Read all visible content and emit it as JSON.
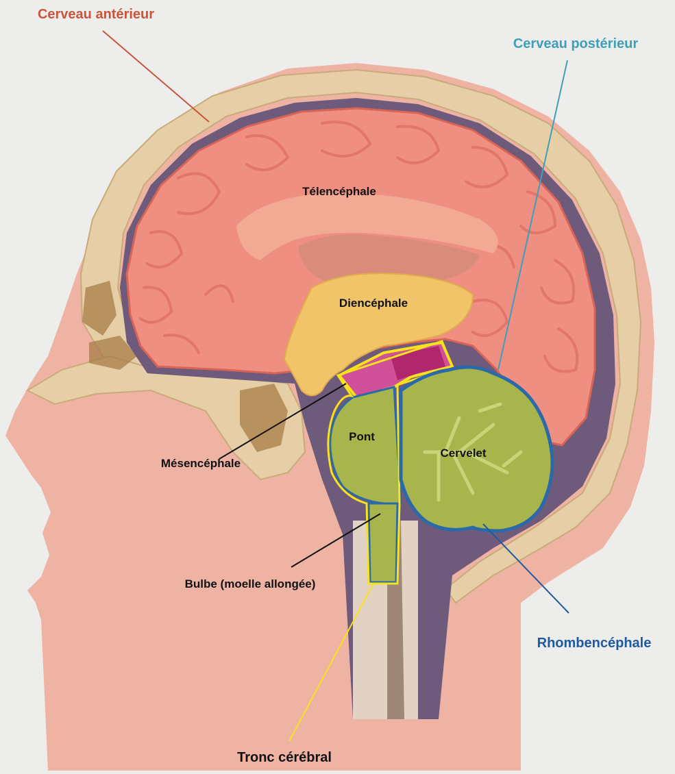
{
  "labels": {
    "forebrain": "Cerveau antérieur",
    "hindbrain_top": "Cerveau postérieur",
    "telencephalon": "Télencéphale",
    "diencephalon": "Diencéphale",
    "pons": "Pont",
    "cerebellum": "Cervelet",
    "midbrain": "Mésencéphale",
    "medulla": "Bulbe (moelle allongée)",
    "rhombencephalon": "Rhombencéphale",
    "brainstem": "Tronc cérébral"
  },
  "colors": {
    "background": "#ededeb",
    "skin": "#efb3a4",
    "skull_bone": "#e6cfa7",
    "brain_cortex": "#ef8f82",
    "diencephalon": "#f1c46a",
    "midbrain": "#d0509a",
    "hindbrain_green": "#a8b54c",
    "forebrain_label": "#c8553c",
    "hindbrain_label": "#3f9fb8",
    "rhombencephalon_label": "#1f5aa0",
    "brainstem_outline": "#f7e21c"
  }
}
